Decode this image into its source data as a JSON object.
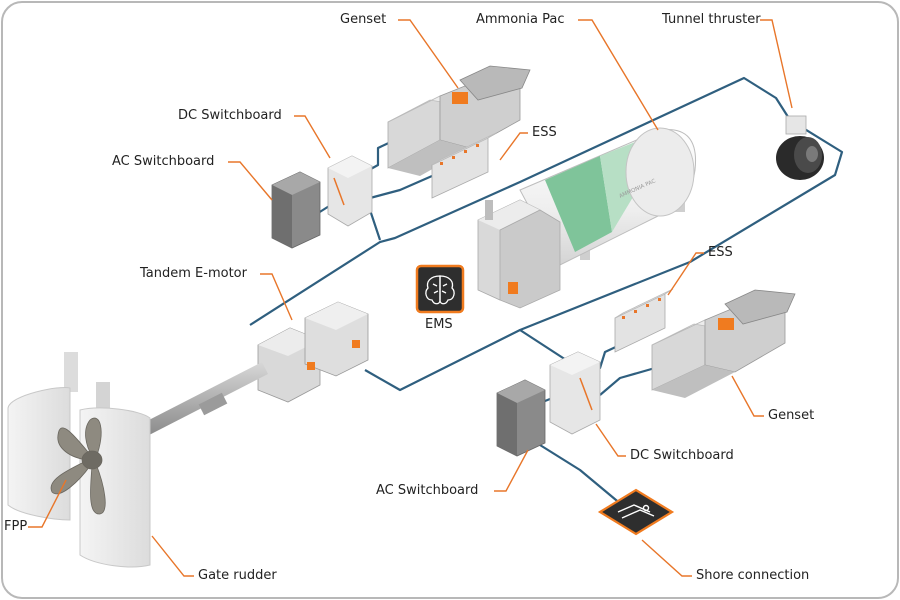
{
  "labels": {
    "genset_top": "Genset",
    "ammonia_pac": "Ammonia Pac",
    "tunnel_thruster": "Tunnel thruster",
    "dc_switchboard_top": "DC Switchboard",
    "ess_top": "ESS",
    "ac_switchboard_top": "AC Switchboard",
    "tandem_emotor": "Tandem E-motor",
    "ems": "EMS",
    "ess_right": "ESS",
    "genset_right": "Genset",
    "dc_switchboard_bottom": "DC Switchboard",
    "ac_switchboard_bottom": "AC Switchboard",
    "fpp": "FPP",
    "gate_rudder": "Gate rudder",
    "shore_connection": "Shore connection"
  },
  "tank_text": "AMMONIA PAC",
  "colors": {
    "cable": "#2f5f7f",
    "leader": "#e8762a",
    "accent": "#f07b1f",
    "ems_bg": "#2e2e2e",
    "tank_green": "#7fc49a",
    "border": "#b8b8b8"
  }
}
